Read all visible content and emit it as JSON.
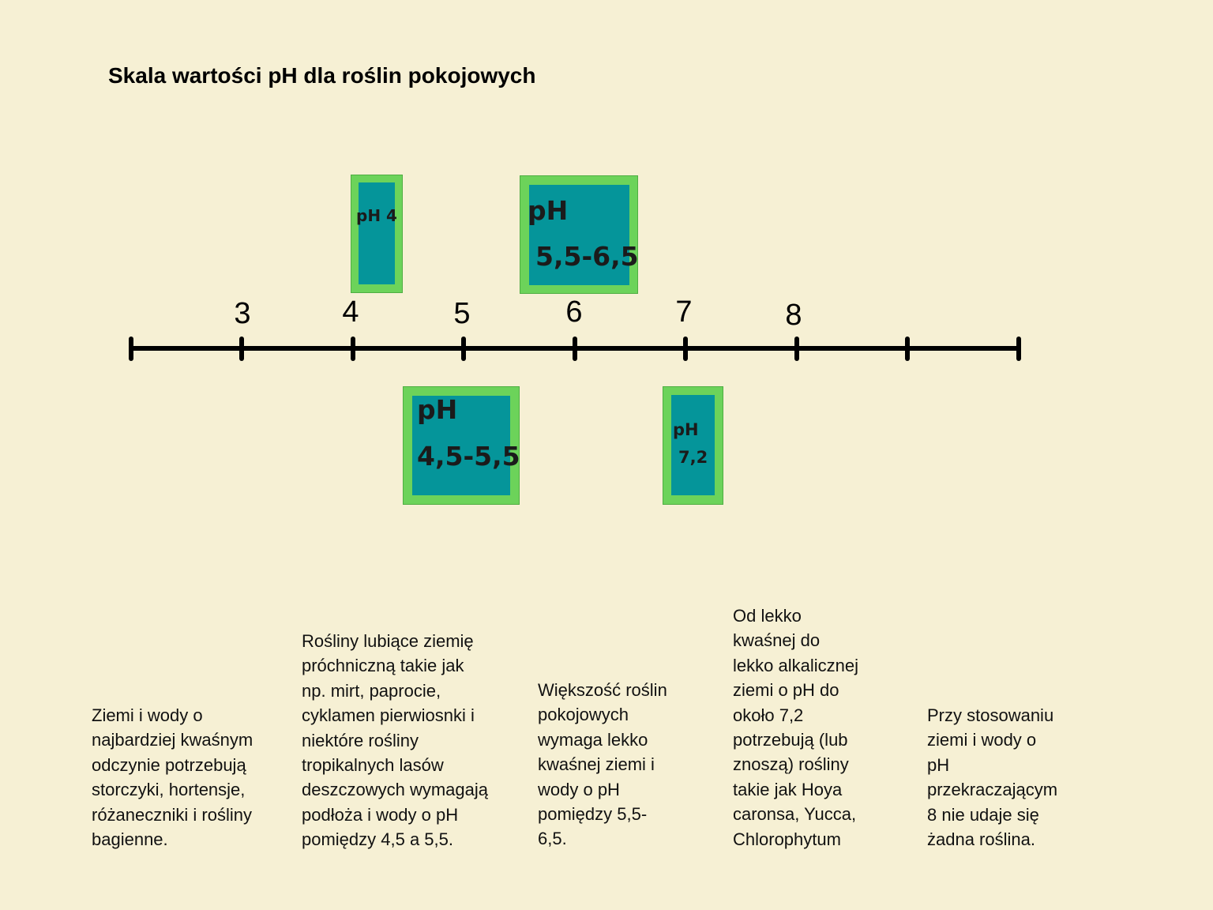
{
  "title": "Skala wartości pH dla roślin pokojowych",
  "scale": {
    "tick_labels": [
      "3",
      "4",
      "5",
      "6",
      "7",
      "8"
    ]
  },
  "boxes": {
    "ph4": {
      "line1": "pH 4"
    },
    "ph55_65": {
      "line1": "pH",
      "line2": "5,5-6,5"
    },
    "ph45_55": {
      "line1": "pH",
      "line2": "4,5-5,5"
    },
    "ph72": {
      "line1": "pH",
      "line2": "7,2"
    }
  },
  "colors": {
    "background": "#f6f0d4",
    "box_border": "#6cd35a",
    "box_fill": "#05959a",
    "axis": "#000000"
  },
  "descriptions": [
    "Ziemi i wody o\nnajbardziej kwaśnym\nodczynie potrzebują\nstorczyki, hortensje,\nróżaneczniki i rośliny\nbagienne.",
    "Rośliny lubiące ziemię\npróchniczną takie jak\nnp. mirt, paprocie,\ncyklamen pierwiosnki i\nniektóre rośliny\ntropikalnych lasów\ndeszczowych wymagają\npodłoża i wody o pH\npomiędzy 4,5 a 5,5.",
    "Większość roślin\npokojowych\nwymaga lekko\nkwaśnej ziemi i\nwody o pH\npomiędzy 5,5-\n6,5.",
    "Od lekko\nkwaśnej do\nlekko alkalicznej\nziemi o pH do\nokoło 7,2\npotrzebują (lub\nznoszą) rośliny\ntakie jak Hoya\ncaronsa, Yucca,\nChlorophytum",
    "Przy stosowaniu\nziemi i wody o\npH\nprzekraczającym\n8 nie udaje się\nżadna roślina."
  ]
}
